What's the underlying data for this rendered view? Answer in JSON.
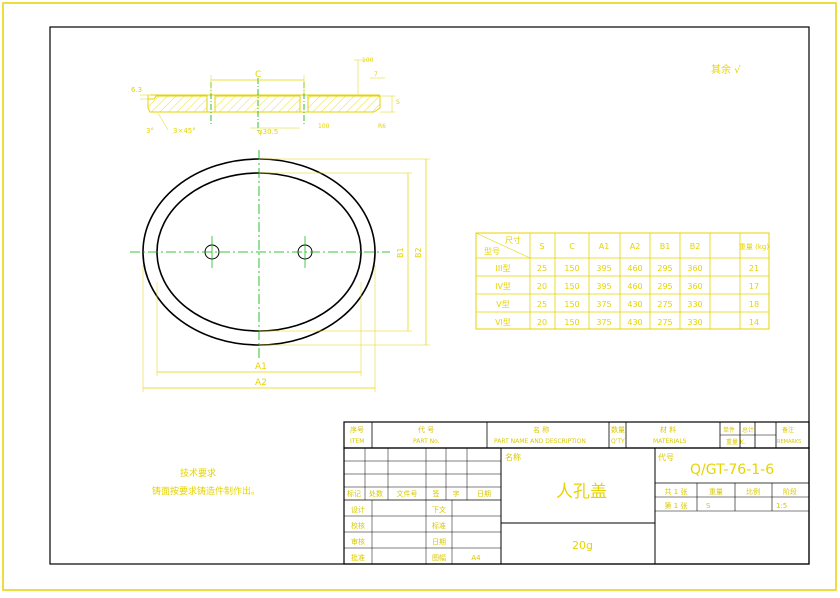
{
  "drawing": {
    "colors": {
      "paper": "#ffffff",
      "frame": "#000000",
      "yellow": "#e6d400",
      "title_yellow": "#d8c800",
      "green": "#00b000",
      "cyan": "#00b0c0",
      "blue": "#4040ff"
    },
    "roughness_mark": "其余 √",
    "section_view": {
      "dim_top": "C",
      "dim_left": "6.3",
      "dim_chamfer": "3×45°",
      "dim_angle": "3°",
      "dim_hole": "φ30.5",
      "dim_r1": "100",
      "dim_r2": "7",
      "dim_r3": "100",
      "dim_r4": "S",
      "dim_r5": "R6"
    },
    "plan_view": {
      "label_a1": "A1",
      "label_a2": "A2",
      "label_b1": "B1",
      "label_b2": "B2"
    },
    "size_table": {
      "corner_top": "尺寸",
      "corner_bottom": "型号",
      "headers": [
        "S",
        "C",
        "A1",
        "A2",
        "B1",
        "B2",
        "重量 (kg)"
      ],
      "rows": [
        {
          "type": "III型",
          "values": [
            "25",
            "150",
            "395",
            "460",
            "295",
            "360",
            "21"
          ]
        },
        {
          "type": "IV型",
          "values": [
            "20",
            "150",
            "395",
            "460",
            "295",
            "360",
            "17"
          ]
        },
        {
          "type": "V型",
          "values": [
            "25",
            "150",
            "375",
            "430",
            "275",
            "330",
            "18"
          ]
        },
        {
          "type": "VI型",
          "values": [
            "20",
            "150",
            "375",
            "430",
            "275",
            "330",
            "14"
          ]
        }
      ]
    },
    "tech_notes": {
      "title": "技术要求",
      "line1": "铸面按要求铸造件制作出。"
    },
    "parts_list": {
      "h_no": "序号",
      "h_no_en": "ITEM",
      "h_code": "代  号",
      "h_code_en": "PART No.",
      "h_name": "名  称",
      "h_name_en": "PART NAME AND DESCRIPTION",
      "h_qty": "数量",
      "h_qty_en": "Q'TY",
      "h_mat": "材  料",
      "h_mat_en": "MATERIALS",
      "h_unit": "单件",
      "h_total": "总计",
      "h_weight": "重量 K.",
      "h_remark": "备注",
      "h_remark_en": "REMARKS"
    },
    "title_block": {
      "label_name": "名称",
      "label_code": "代号",
      "part_name": "人孔盖",
      "drawing_code": "Q/GT-76-1-6",
      "weight": "20g",
      "rev_headers": [
        "标记",
        "处数",
        "文件号",
        "签",
        "字",
        "日期"
      ],
      "sign_rows": [
        {
          "label": "设计",
          "right": "下文"
        },
        {
          "label": "校核",
          "right": "标准"
        },
        {
          "label": "审核",
          "right": "日期"
        },
        {
          "label": "批准",
          "right": "图幅",
          "extra": "A4"
        }
      ],
      "stage_labels": [
        "共 1 张",
        "第 1 张",
        "重量",
        "比例",
        "阶段"
      ],
      "scale_label": "1:5",
      "stage_value": "S"
    }
  }
}
